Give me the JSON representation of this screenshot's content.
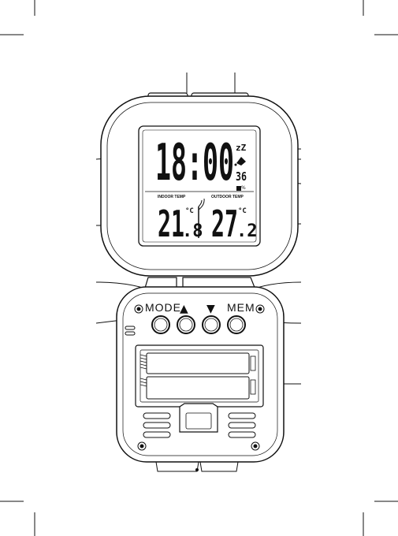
{
  "clock": {
    "time": "18:00",
    "snooze_symbol": "zZ",
    "humidity_value": "36",
    "indoor_label": "INDOOR TEMP",
    "outdoor_label": "OUTDOOR TEMP",
    "indoor_temp_int": "21",
    "indoor_temp_dec": ".8",
    "outdoor_temp_int": "27",
    "outdoor_temp_dec": ".2",
    "temp_unit": "°C"
  },
  "buttons": {
    "mode_label": "MODE",
    "up_label": "▲",
    "down_label": "▼",
    "mem_label": "MEM"
  },
  "icons": [
    "alarm-bell-icon",
    "humidity-icon",
    "signal-icon",
    "battery-icon"
  ]
}
